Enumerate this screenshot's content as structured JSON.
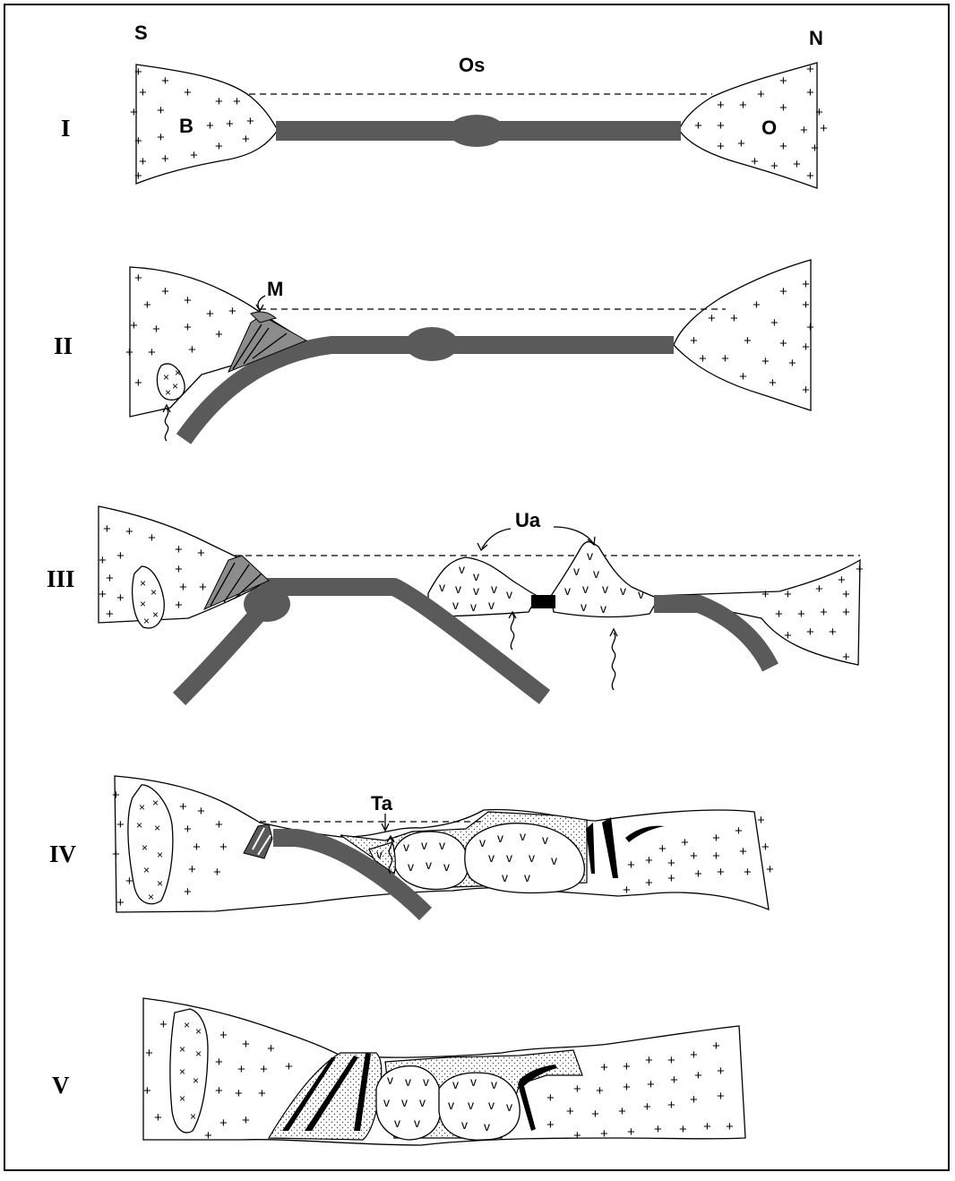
{
  "directions": {
    "south": "S",
    "north": "N"
  },
  "panels": [
    {
      "id": "I",
      "label": "I"
    },
    {
      "id": "II",
      "label": "II"
    },
    {
      "id": "III",
      "label": "III"
    },
    {
      "id": "IV",
      "label": "IV"
    },
    {
      "id": "V",
      "label": "V"
    }
  ],
  "labels": {
    "ocean": "Os",
    "baltica": "B",
    "other_continent": "O",
    "margin": "M",
    "arc": "Ua",
    "terrane": "Ta"
  },
  "colors": {
    "slab": "#5a5a5a",
    "wedge": "#8c8c8c",
    "ink": "#000000",
    "background": "#ffffff"
  }
}
